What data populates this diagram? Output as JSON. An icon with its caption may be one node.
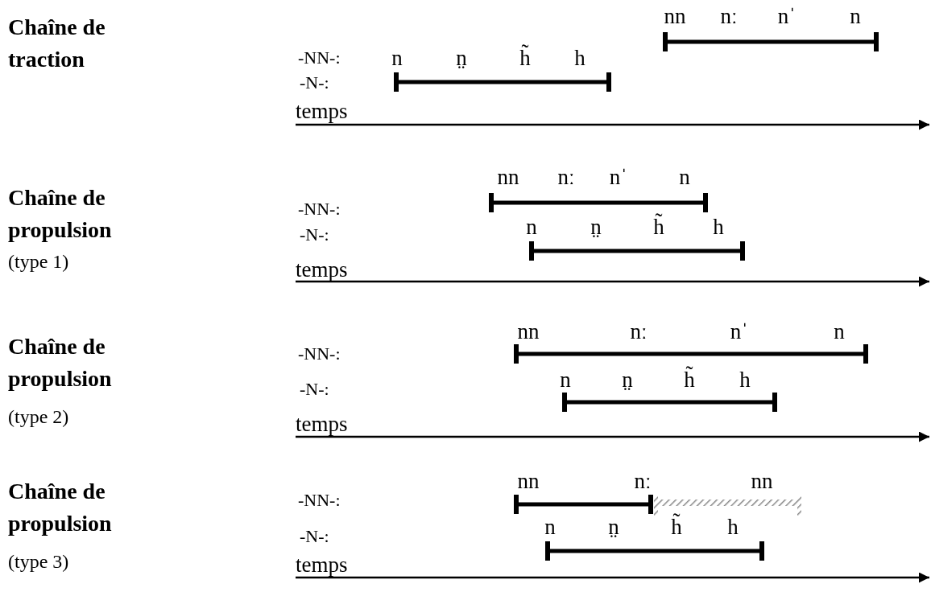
{
  "diagram": {
    "labels": [
      "Chaîne de traction",
      "-NN-:",
      "nn",
      "nː",
      "nˈ",
      "n",
      "-N-:",
      "n",
      "n̤",
      "h̃",
      "h",
      "temps",
      "Chaîne de propulsion",
      "(type 1)",
      "-NN-:",
      "nn",
      "nː",
      "nˈ",
      "n",
      "-N-:",
      "n",
      "n̤",
      "h̃",
      "h",
      "temps",
      "Chaîne de propulsion",
      "(type 2)",
      "-NN-:",
      "nn",
      "nː",
      "nˈ",
      "n",
      "-N-:",
      "n",
      "n̤",
      "h̃",
      "h",
      "temps",
      "Chaîne de propulsion",
      "(type 3)",
      "-NN-:",
      "nn",
      "nː",
      "nn",
      "-N-:",
      "n",
      "n̤",
      "h̃",
      "h",
      "temps"
    ]
  }
}
